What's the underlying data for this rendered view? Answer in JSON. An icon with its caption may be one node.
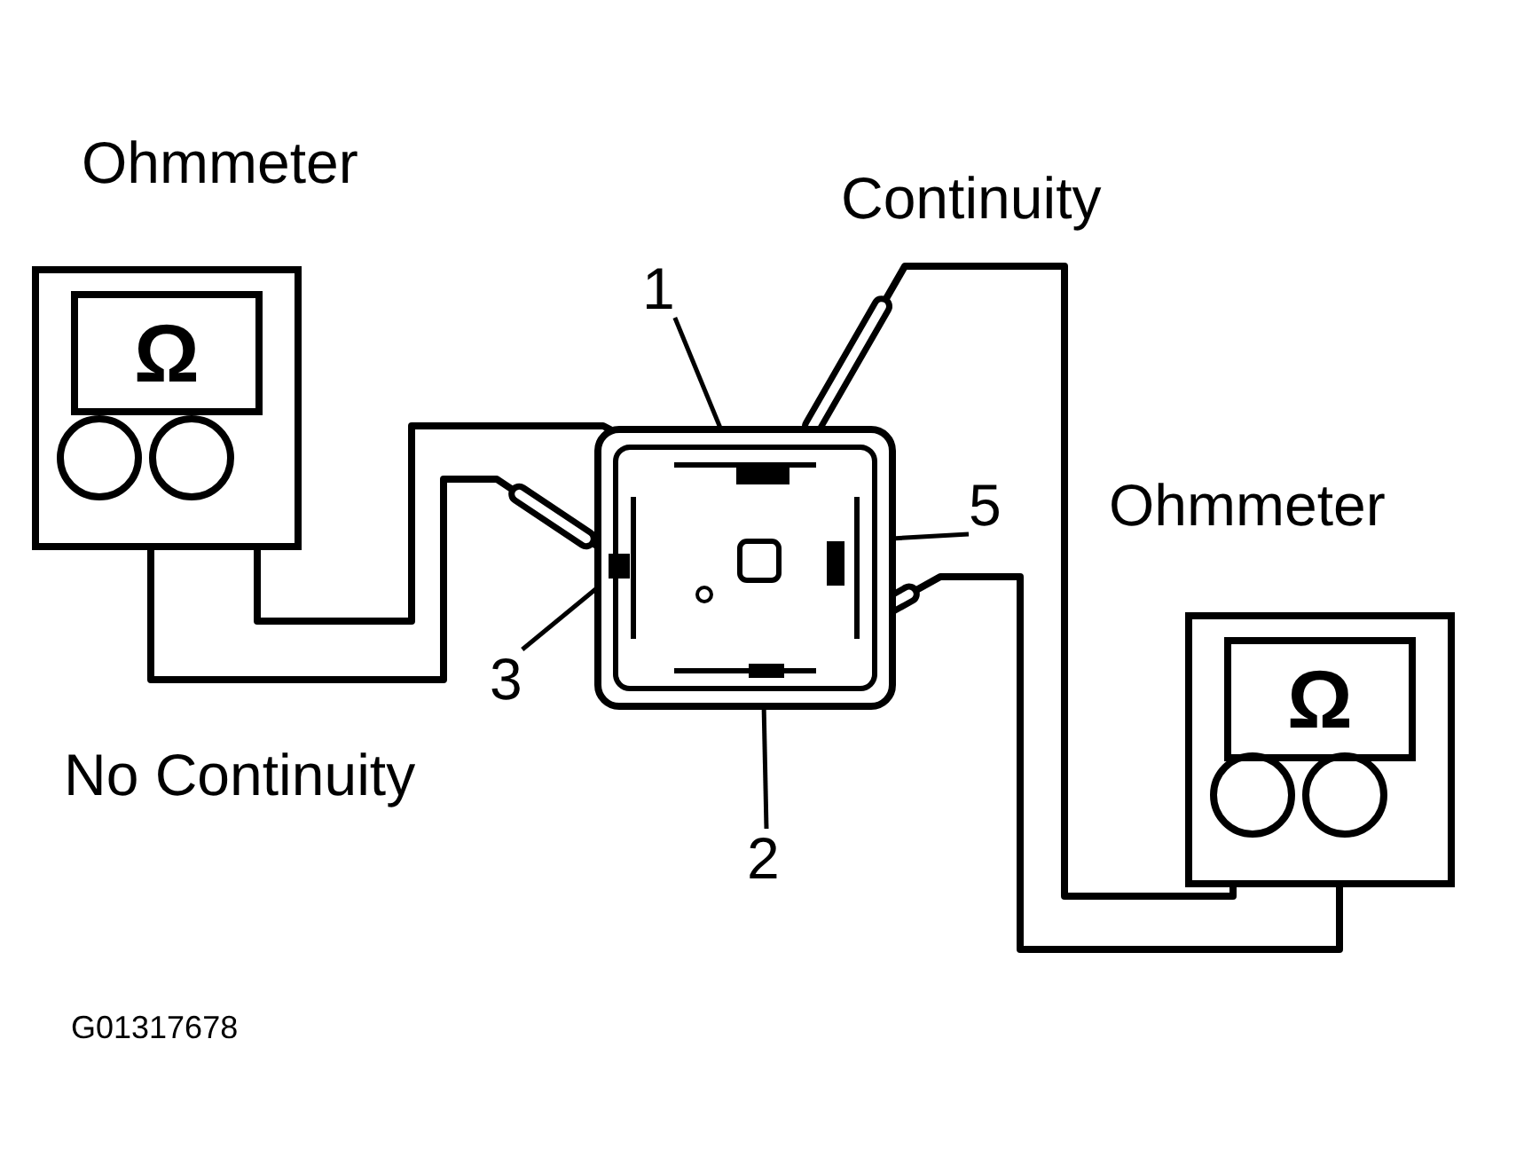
{
  "diagram": {
    "nodes": [
      {
        "text": [
          "Ohmmeter",
          "Ω"
        ]
      },
      {
        "text": [],
        "shape": "box"
      },
      {
        "text": [],
        "shape": "bar",
        "in": 1
      },
      {
        "text": [],
        "shape": "bar",
        "in": 1
      },
      {
        "text": [],
        "shape": "bar",
        "in": 1
      },
      {
        "text": [],
        "shape": "bar",
        "in": 1
      },
      {
        "text": [
          "1"
        ]
      },
      {
        "text": [
          "5"
        ]
      },
      {
        "text": [
          "3"
        ]
      },
      {
        "text": [
          "2"
        ]
      },
      {
        "text": [
          "Ohmmeter",
          "Ω"
        ]
      }
    ],
    "edges": [
      {
        "from": 0,
        "to": 4,
        "arrow": "none"
      },
      {
        "from": 0,
        "to": 3,
        "arrow": "none"
      },
      {
        "from": 10,
        "to": 2,
        "arrow": "none"
      },
      {
        "from": 10,
        "to": 5,
        "arrow": "none"
      },
      {
        "from": 6,
        "to": 2,
        "arrow": "none"
      },
      {
        "from": 7,
        "to": 3,
        "arrow": "none"
      },
      {
        "from": 8,
        "to": 4,
        "arrow": "none"
      },
      {
        "from": 9,
        "to": 5,
        "arrow": "none"
      }
    ],
    "labels": [
      "Continuity",
      "No Continuity",
      "G01317678"
    ]
  }
}
